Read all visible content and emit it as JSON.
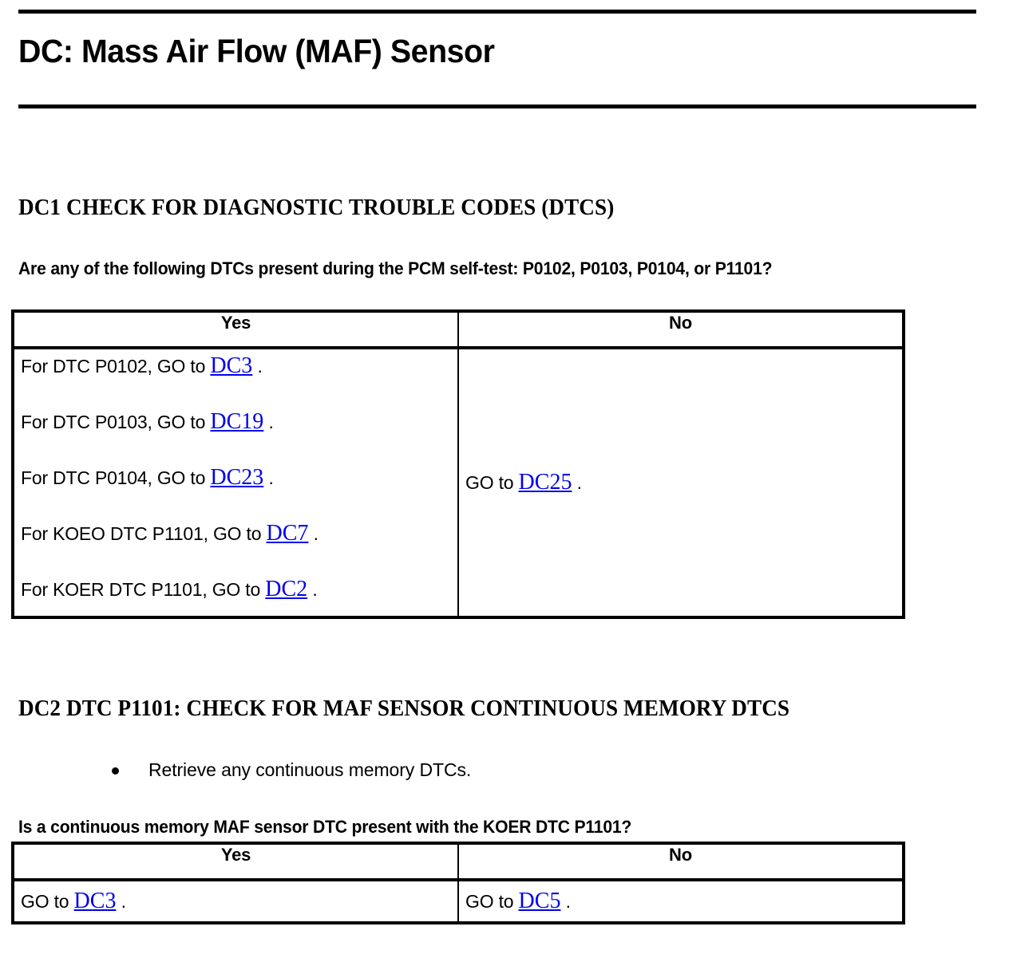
{
  "document": {
    "title": "DC: Mass Air Flow (MAF) Sensor"
  },
  "sections": [
    {
      "heading": "DC1 CHECK FOR DIAGNOSTIC TROUBLE CODES (DTCS)",
      "question": "Are any of the following DTCs present during the PCM self-test: P0102, P0103, P0104, or P1101?",
      "table": {
        "headers": {
          "yes": "Yes",
          "no": "No"
        },
        "yes_lines": [
          {
            "prefix": "For DTC P0102, GO to ",
            "link": "DC3",
            "suffix": " ."
          },
          {
            "prefix": "For DTC P0103, GO to ",
            "link": "DC19",
            "suffix": " ."
          },
          {
            "prefix": "For DTC P0104, GO to ",
            "link": "DC23",
            "suffix": " ."
          },
          {
            "prefix": "For KOEO DTC P1101, GO to ",
            "link": "DC7",
            "suffix": " ."
          },
          {
            "prefix": "For KOER DTC P1101, GO to ",
            "link": "DC2",
            "suffix": " ."
          }
        ],
        "no_line": {
          "prefix": "GO to ",
          "link": "DC25",
          "suffix": " ."
        }
      }
    },
    {
      "heading": "DC2 DTC P1101: CHECK FOR MAF SENSOR CONTINUOUS MEMORY DTCS",
      "bullets": [
        "Retrieve any continuous memory DTCs."
      ],
      "question": "Is a continuous memory MAF sensor DTC present with the KOER DTC P1101?",
      "table": {
        "headers": {
          "yes": "Yes",
          "no": "No"
        },
        "yes_line": {
          "prefix": "GO to ",
          "link": "DC3",
          "suffix": " ."
        },
        "no_line": {
          "prefix": "GO to ",
          "link": "DC5",
          "suffix": " ."
        }
      }
    }
  ]
}
